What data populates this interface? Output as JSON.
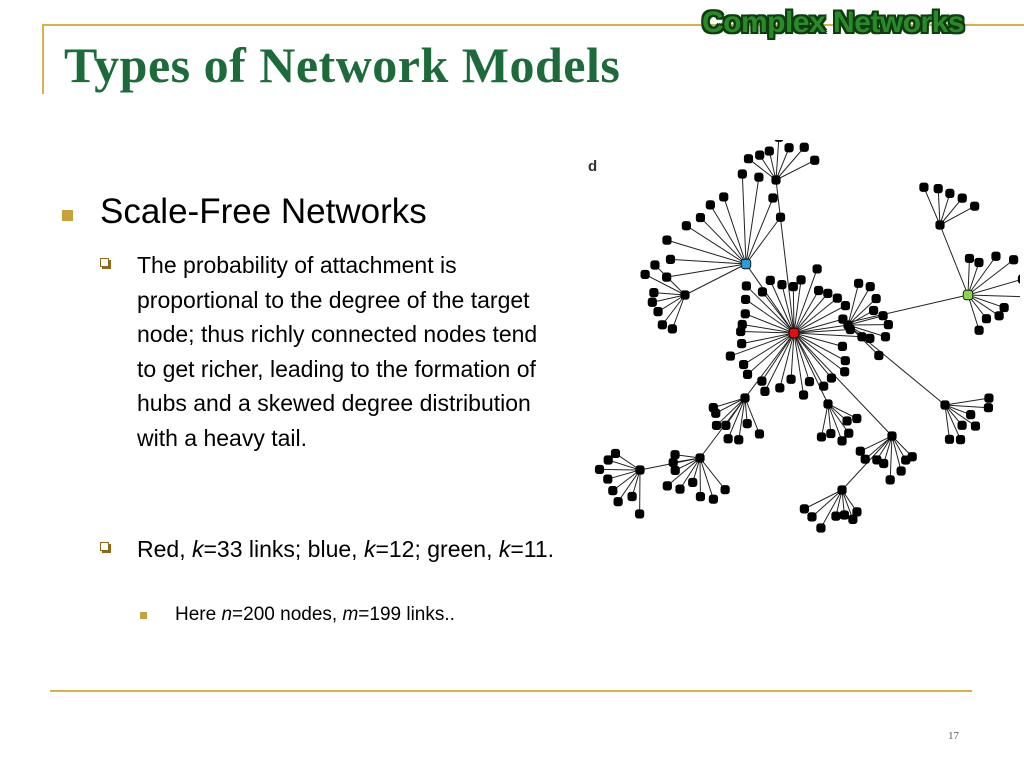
{
  "slide": {
    "title": "Types of Network Models",
    "logo_text": "Complex Networks",
    "page_number": "17"
  },
  "content": {
    "level1": "Scale-Free Networks",
    "sub1": "The probability of attachment is proportional to the degree of the target node; thus richly connected nodes tend to get richer, leading to the formation of hubs and a skewed degree distribution with a heavy tail.",
    "sub2": {
      "t1": "Red, ",
      "k1": "k",
      "t2": "=33 links; blue, ",
      "k2": "k",
      "t3": "=12; green, ",
      "k3": "k",
      "t4": "=11."
    },
    "sub3": {
      "t1": "Here ",
      "n": "n",
      "t2": "=200 nodes, ",
      "m": "m",
      "t3": "=199 links.."
    }
  },
  "figure": {
    "panel_letter": "d",
    "hub_colors": {
      "red": "#e01010",
      "blue": "#2a9bd6",
      "green": "#8ed34a"
    }
  }
}
